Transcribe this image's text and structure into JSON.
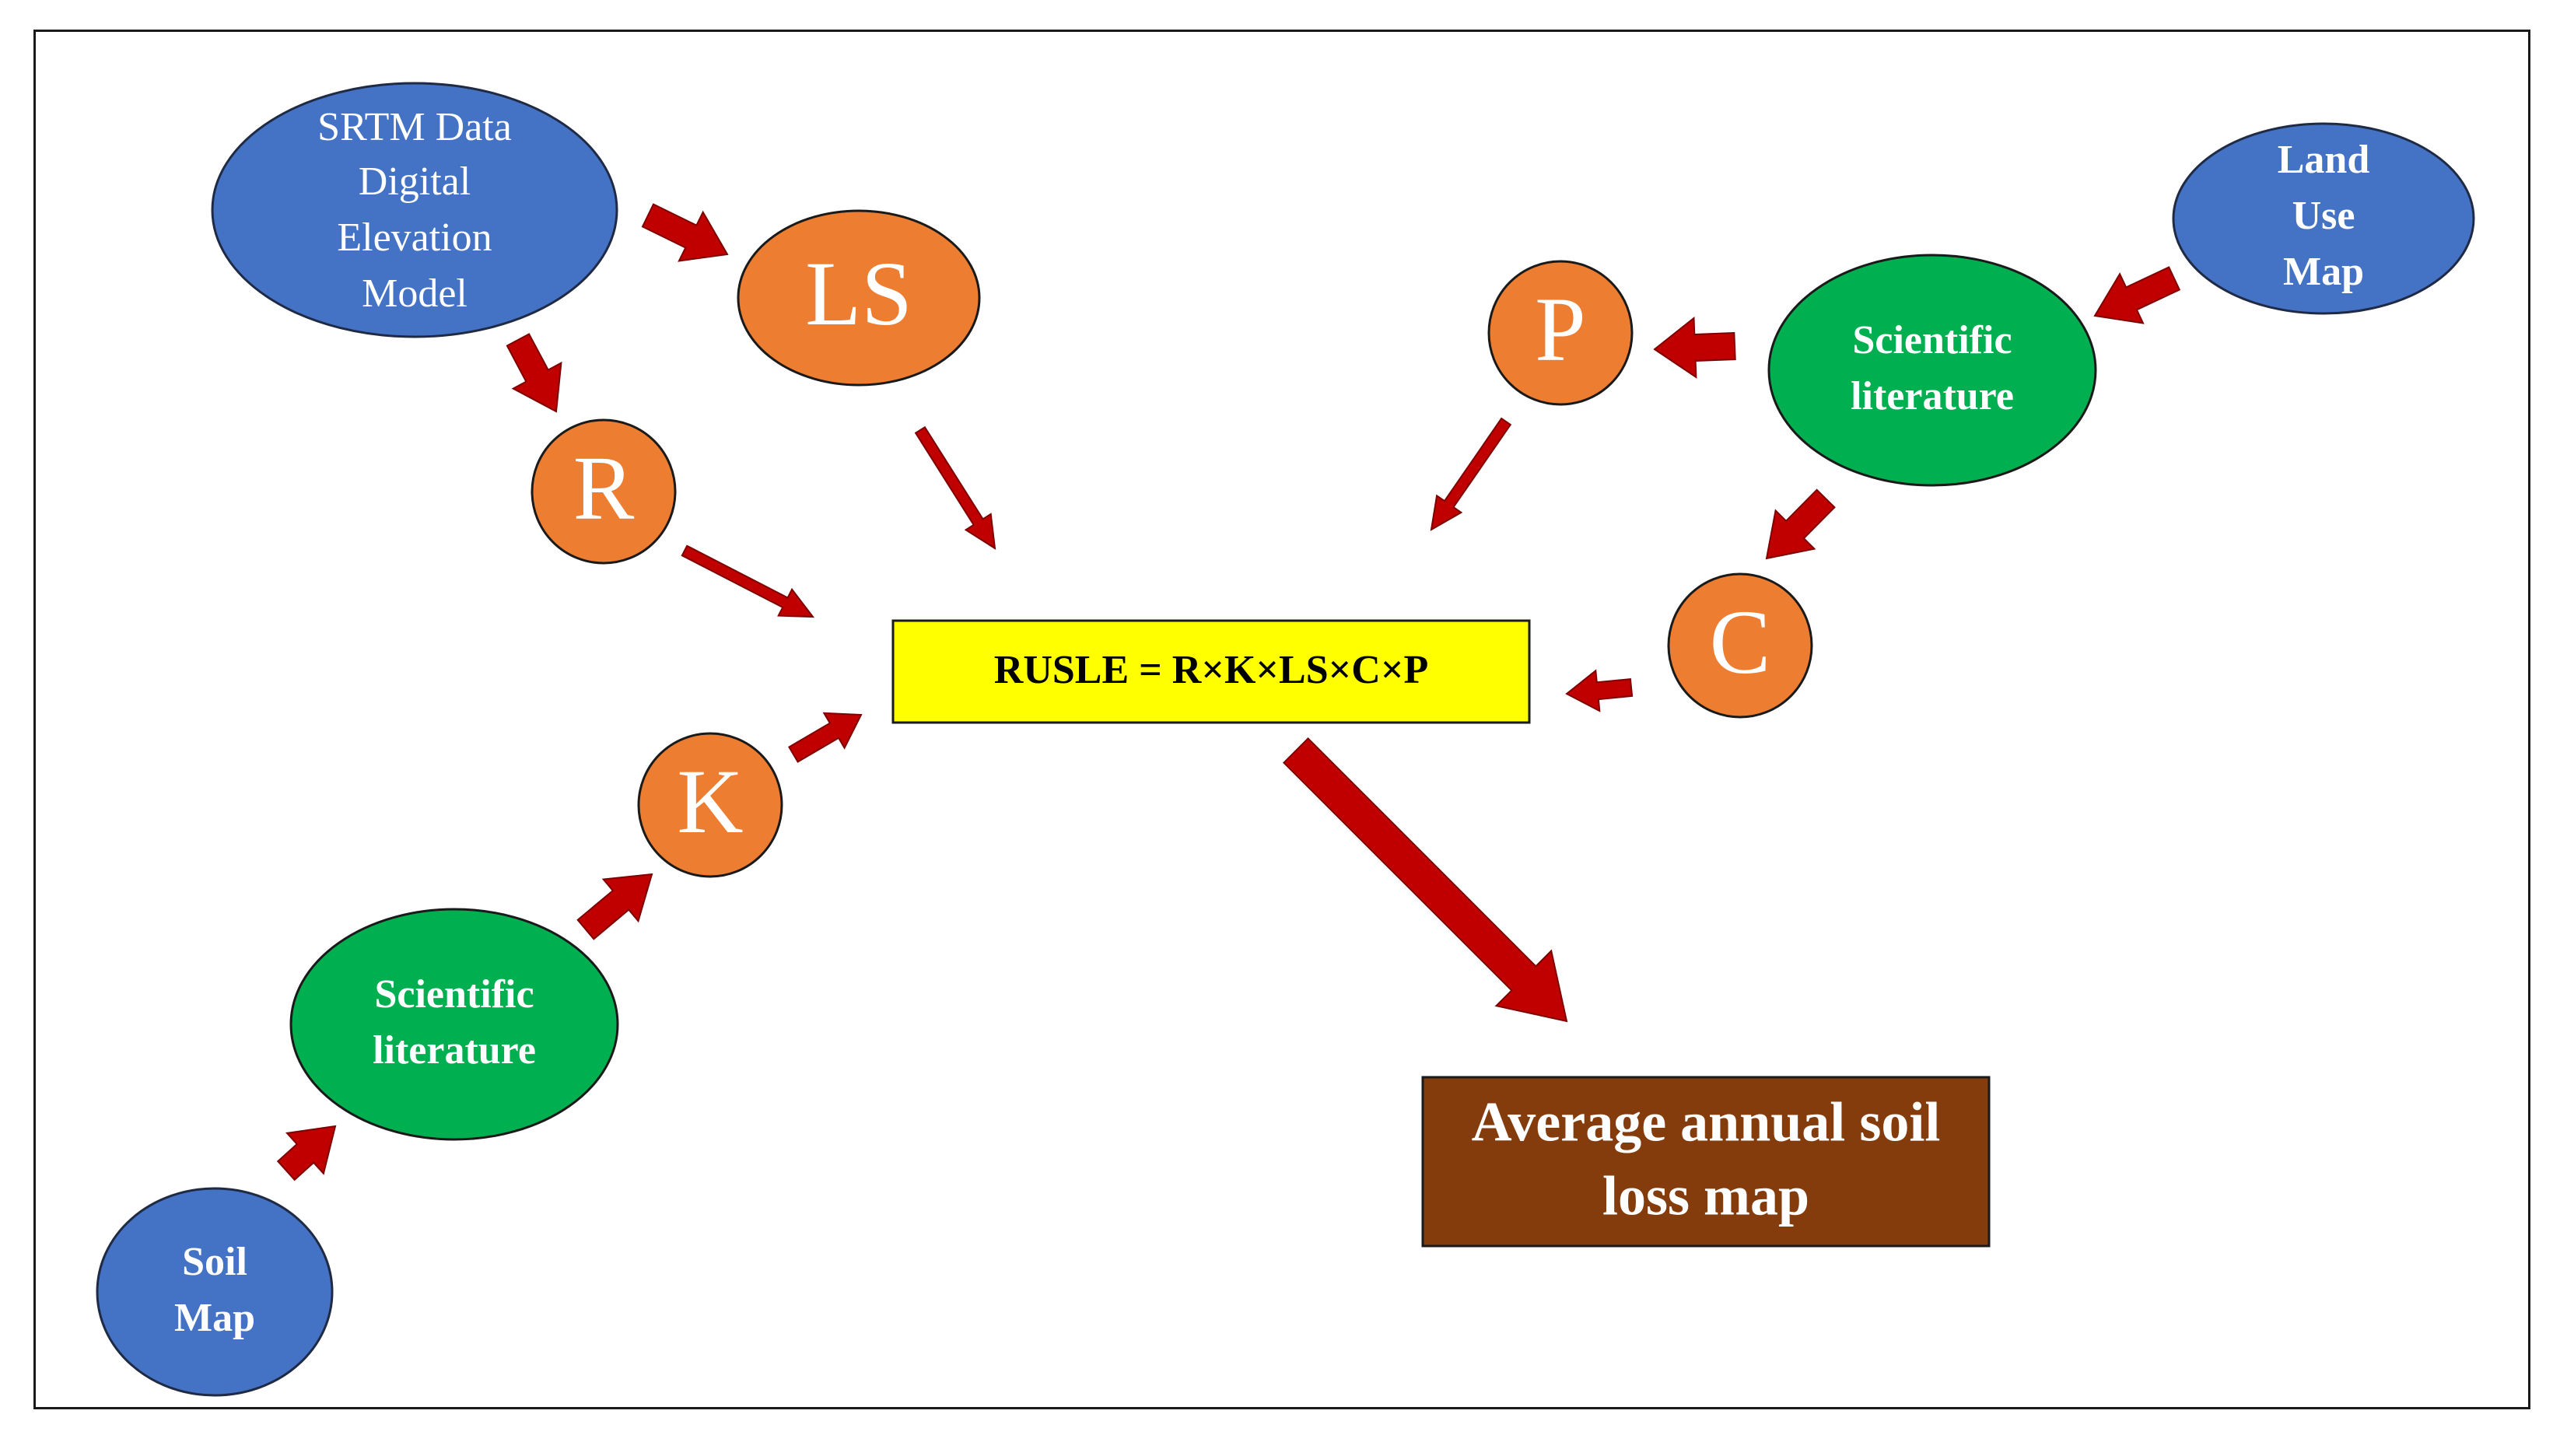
{
  "colors": {
    "input_fill": "#4472c4",
    "input_stroke": "#1f2a44",
    "factor_fill": "#ed7d31",
    "factor_stroke": "#1a1a1a",
    "literature_fill": "#00b050",
    "literature_stroke": "#1a1a1a",
    "equation_fill": "#ffff00",
    "equation_stroke": "#1a1a1a",
    "output_fill": "#843c0c",
    "output_stroke": "#1a1a1a",
    "arrow_fill": "#c00000",
    "arrow_stroke": "#7f0000",
    "frame": "#1a1a1a"
  },
  "nodes": {
    "srtm": {
      "lines": [
        "SRTM Data",
        "Digital",
        "Elevation",
        "Model"
      ]
    },
    "land_use": {
      "lines": [
        "Land",
        "Use",
        "Map"
      ]
    },
    "soil_map": {
      "lines": [
        "Soil",
        "Map"
      ]
    },
    "literature_right": {
      "lines": [
        "Scientific",
        "literature"
      ]
    },
    "literature_left": {
      "lines": [
        "Scientific",
        "literature"
      ]
    },
    "ls": {
      "label": "LS"
    },
    "r": {
      "label": "R"
    },
    "k": {
      "label": "K"
    },
    "p": {
      "label": "P"
    },
    "c": {
      "label": "C"
    },
    "equation": {
      "label": "RUSLE = R×K×LS×C×P"
    },
    "output": {
      "lines": [
        "Average annual soil",
        "loss map"
      ]
    }
  }
}
